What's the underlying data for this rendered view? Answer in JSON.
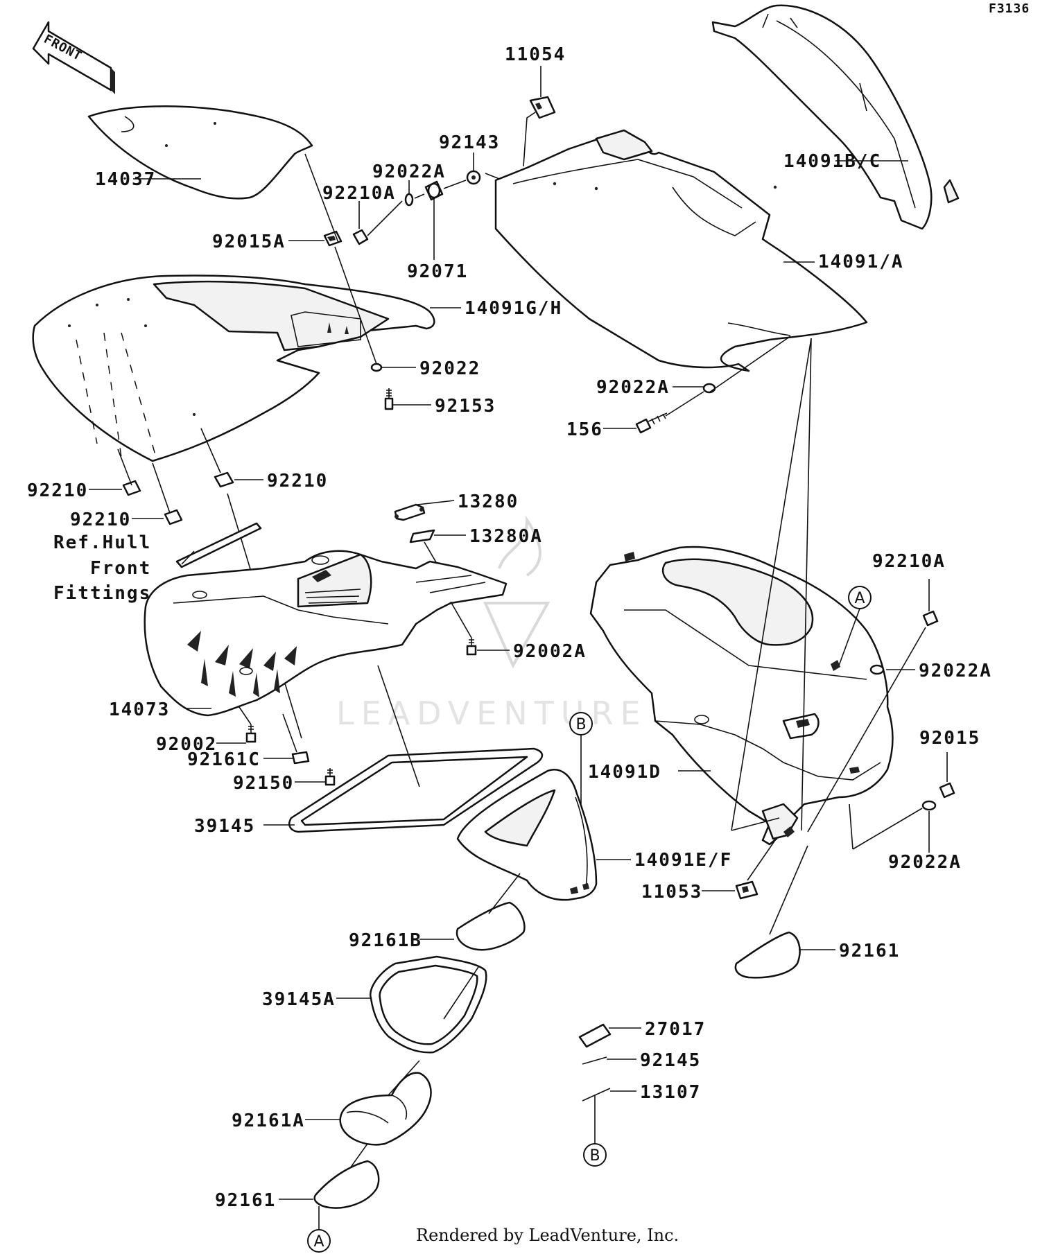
{
  "figure_code": "F3136",
  "front_arrow_text": "FRONT",
  "labels": {
    "p11054": "11054",
    "p92143": "92143",
    "p92022A_top": "92022A",
    "p92210A_top": "92210A",
    "p92015A": "92015A",
    "p92071": "92071",
    "p14037": "14037",
    "p14091BC": "14091B/C",
    "p14091A": "14091/A",
    "p14091GH": "14091G/H",
    "p92022": "92022",
    "p92153": "92153",
    "p92022A_mid": "92022A",
    "p156": "156",
    "p92210_left": "92210",
    "p92210_center": "92210",
    "p92210_lower": "92210",
    "ref_hull_1": "Ref.Hull",
    "ref_hull_2": "Front",
    "ref_hull_3": "Fittings",
    "p13280": "13280",
    "p13280A": "13280A",
    "p92002A": "92002A",
    "p14073": "14073",
    "p92002": "92002",
    "p92161C": "92161C",
    "p92150": "92150",
    "p39145": "39145",
    "p92210A_right": "92210A",
    "p92022A_right": "92022A",
    "p92015": "92015",
    "p14091D": "14091D",
    "p92022A_lowright": "92022A",
    "p14091EF": "14091E/F",
    "p11053": "11053",
    "p92161_right": "92161",
    "p92161B": "92161B",
    "p39145A": "39145A",
    "p27017": "27017",
    "p92145": "92145",
    "p13107": "13107",
    "p92161A": "92161A",
    "p92161_bottom": "92161"
  },
  "callouts": {
    "A_upper": "A",
    "A_lower": "A",
    "B_upper": "B",
    "B_lower": "B"
  },
  "watermark": "LEADVENTURE",
  "credit": "Rendered by LeadVenture, Inc."
}
